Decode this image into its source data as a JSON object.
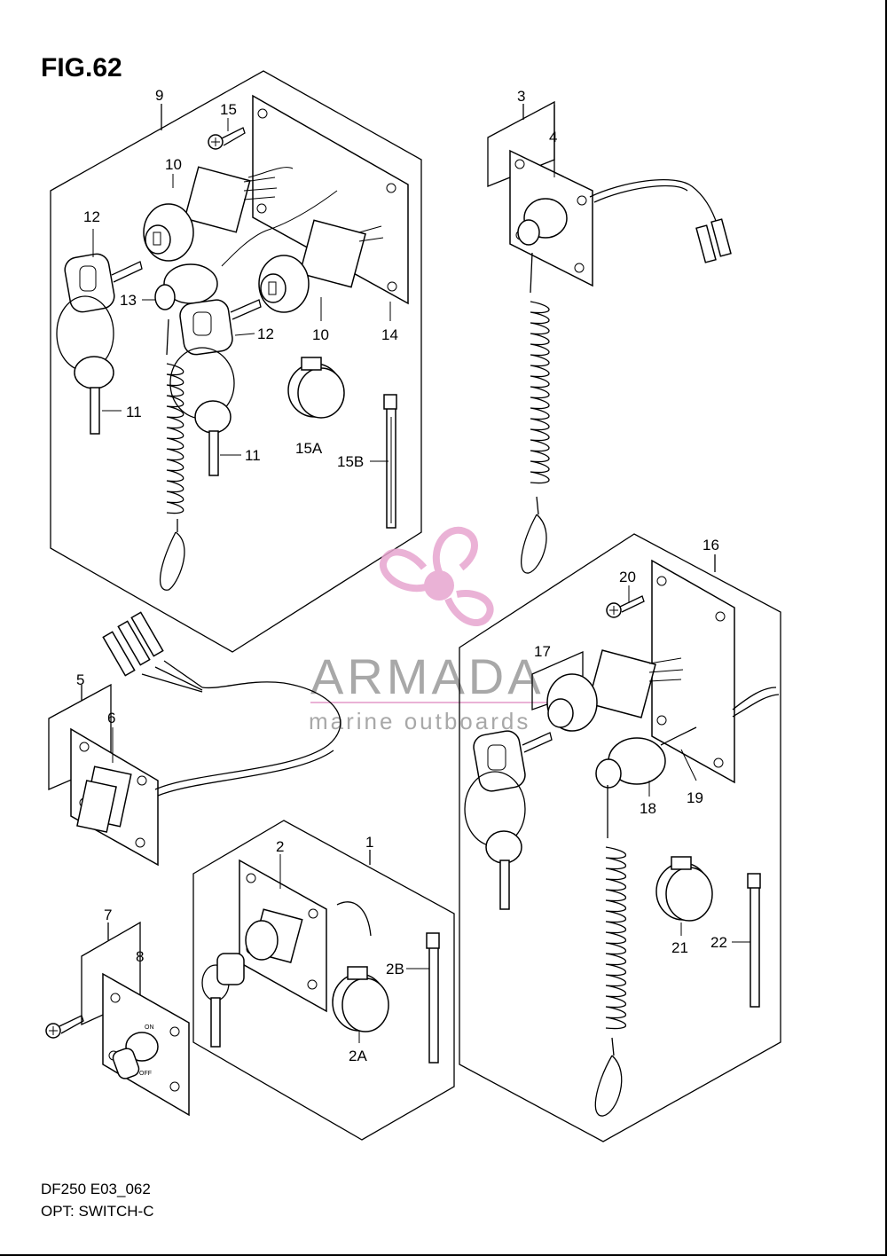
{
  "figure": {
    "title": "FIG.62",
    "model_code": "DF250 E03_062",
    "section": "OPT: SWITCH-C"
  },
  "watermark": {
    "brand": "ARMADA",
    "tagline": "marine outboards",
    "icon": "propeller-logo-icon",
    "accent_color": "#e7a5cf",
    "text_color": "#999999"
  },
  "callouts": {
    "c1": "1",
    "c2": "2",
    "c2a": "2A",
    "c2b": "2B",
    "c3": "3",
    "c4": "4",
    "c5": "5",
    "c6": "6",
    "c7": "7",
    "c8": "8",
    "c9": "9",
    "c10a": "10",
    "c10b": "10",
    "c11a": "11",
    "c11b": "11",
    "c12a": "12",
    "c12b": "12",
    "c13": "13",
    "c14": "14",
    "c15": "15",
    "c15a": "15A",
    "c15b": "15B",
    "c16": "16",
    "c17": "17",
    "c18": "18",
    "c19": "19",
    "c20": "20",
    "c21": "21",
    "c22": "22"
  },
  "switch_labels": {
    "on": "ON",
    "off": "OFF"
  }
}
